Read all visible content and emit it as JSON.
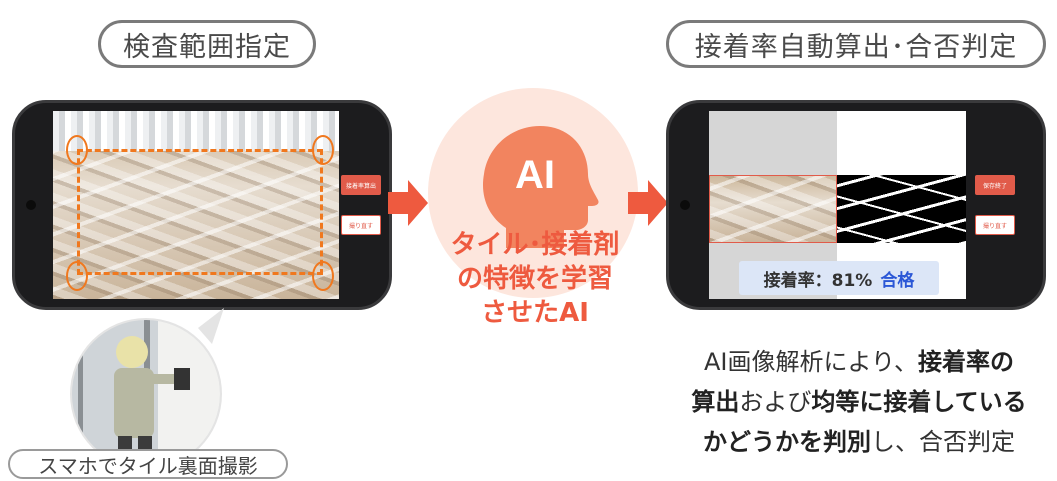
{
  "left_step": {
    "label": "検査範囲指定"
  },
  "right_step": {
    "label": "接着率自動算出･合否判定"
  },
  "left_phone": {
    "buttons": {
      "calc": "接着率算出",
      "retake": "撮り直す"
    }
  },
  "right_phone": {
    "buttons": {
      "finish": "保存終了",
      "retake": "撮り直す"
    },
    "result": {
      "label": "接着率：81%",
      "verdict": "合格"
    }
  },
  "ai": {
    "badge": "AI",
    "caption_line1": "タイル･接着剤",
    "caption_line2": "の特徴を学習",
    "caption_line3": "させたAI"
  },
  "photo": {
    "caption": "スマホでタイル裏面撮影"
  },
  "description": {
    "line1_plain": "AI画像解析により、",
    "line1_bold": "接着率の",
    "line2_bold1": "算出",
    "line2_plain": "および",
    "line2_bold2": "均等に接着している",
    "line3_bold": "かどうかを判別",
    "line3_plain": "し、合否判定"
  },
  "colors": {
    "accent_orange": "#f0781e",
    "arrow": "#ee5a3f",
    "pass_blue": "#2b57d6",
    "ai_bg": "#fde6dd",
    "ai_head": "#f2845f"
  }
}
